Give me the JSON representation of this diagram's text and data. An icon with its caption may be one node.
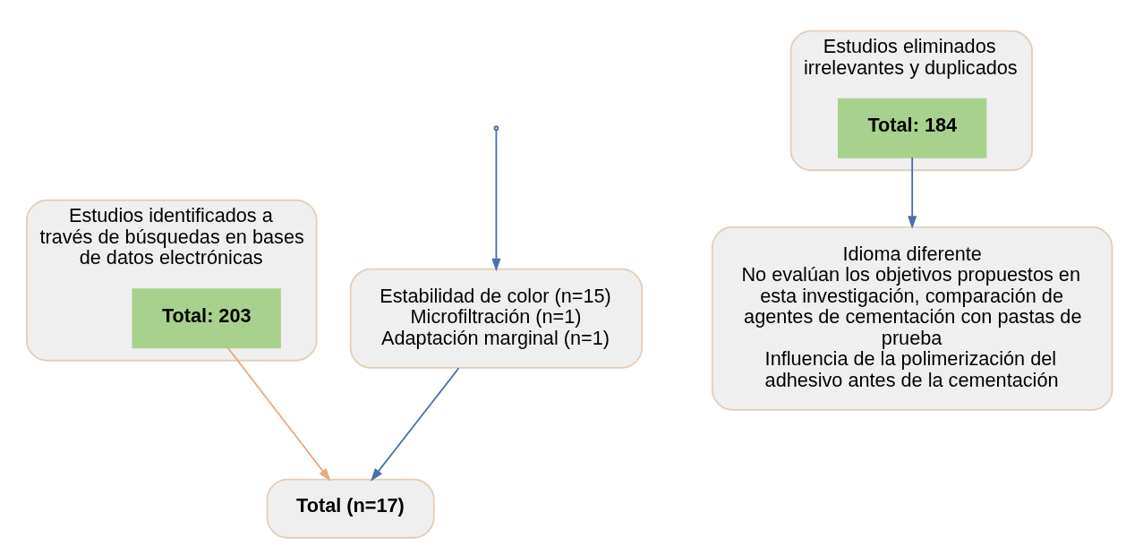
{
  "diagram": {
    "nodes": [
      {
        "text": [
          "Estudios identificados a través de búsquedas en bases de datos electrónicas"
        ]
      },
      {
        "text": [
          "Total: 203"
        ],
        "in": 0
      },
      {
        "text": [
          "Estudios eliminados irrelevantes y duplicados"
        ]
      },
      {
        "text": [
          "Total: 184"
        ],
        "in": 2
      },
      {
        "text": [
          "Total (n=17)"
        ]
      },
      {
        "text": [
          "Idioma diferente",
          "No evalúan los objetivos propuestos en esta investigación, comparación de agentes de cementación con pastas de prueba",
          "Influencia de la polimerización del adhesivo antes de la cementación"
        ]
      },
      {
        "text": [
          "Estabilidad de color (n=15)",
          "Microfiltración (n=1)",
          "Adaptación marginal (n=1)"
        ]
      }
    ],
    "edges": [
      {
        "from": 1,
        "to": 4,
        "arrow": "to",
        "color": "#e8a87c"
      },
      {
        "from": 3,
        "to": 5,
        "arrow": "to"
      },
      {
        "from": null,
        "to": 6,
        "arrow": "to"
      },
      {
        "from": 6,
        "to": 4,
        "arrow": "to"
      }
    ]
  }
}
